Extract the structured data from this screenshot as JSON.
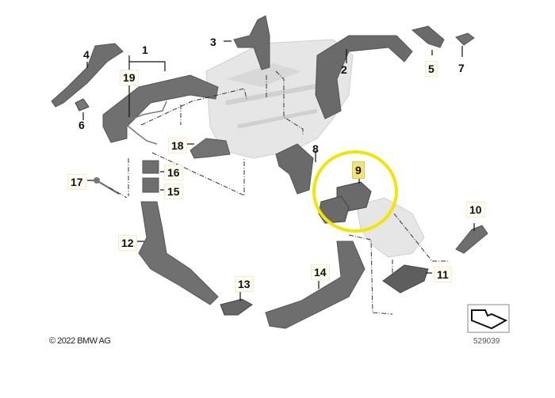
{
  "diagram": {
    "title": "Air ducts parts diagram",
    "highlight_color": "#f2e600",
    "part_fill": "#6e6e6e",
    "housing_fill": "#e3e3e3",
    "callouts": [
      "1",
      "2",
      "3",
      "4",
      "5",
      "6",
      "7",
      "8",
      "9",
      "10",
      "11",
      "12",
      "13",
      "14",
      "15",
      "16",
      "17",
      "18",
      "19"
    ],
    "highlighted_part": "9",
    "copyright": "© 2022 BMW AG",
    "diagram_number": "529039"
  }
}
